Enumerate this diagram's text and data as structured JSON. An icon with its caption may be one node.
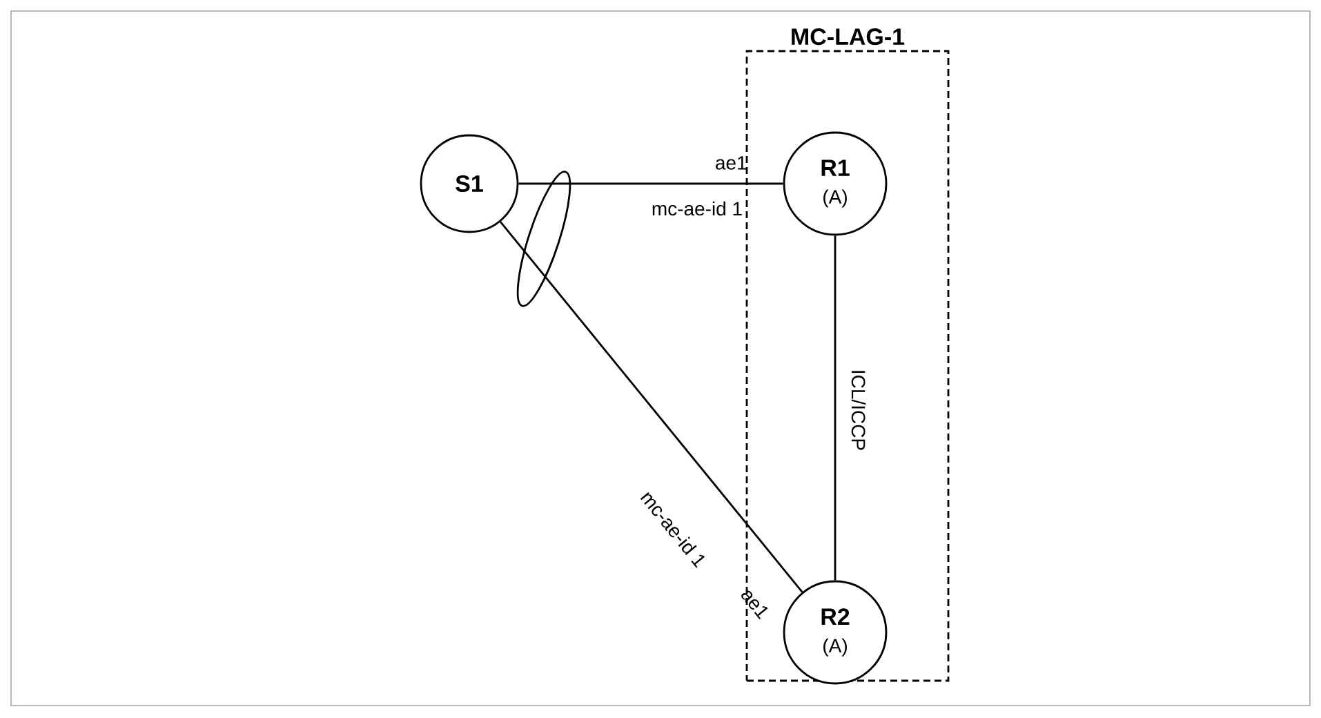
{
  "diagram": {
    "nodes": [
      {
        "text": [
          "MC-LAG-1"
        ]
      },
      {
        "text": [
          "S1"
        ]
      },
      {
        "text": [
          "R1",
          "(A)"
        ],
        "in": 0,
        "beside": [
          "ae1"
        ]
      },
      {
        "text": [
          "R2",
          "(A)"
        ],
        "in": 0,
        "beside": [
          "ae1"
        ]
      }
    ],
    "edges": [
      {
        "from": 1,
        "to": 2,
        "arrow": "none",
        "label": "mc-ae-id 1"
      },
      {
        "from": 1,
        "to": 3,
        "arrow": "none",
        "label": "mc-ae-id 1"
      },
      {
        "from": 2,
        "to": 3,
        "arrow": "none",
        "label": "ICL/ICCP"
      }
    ]
  }
}
